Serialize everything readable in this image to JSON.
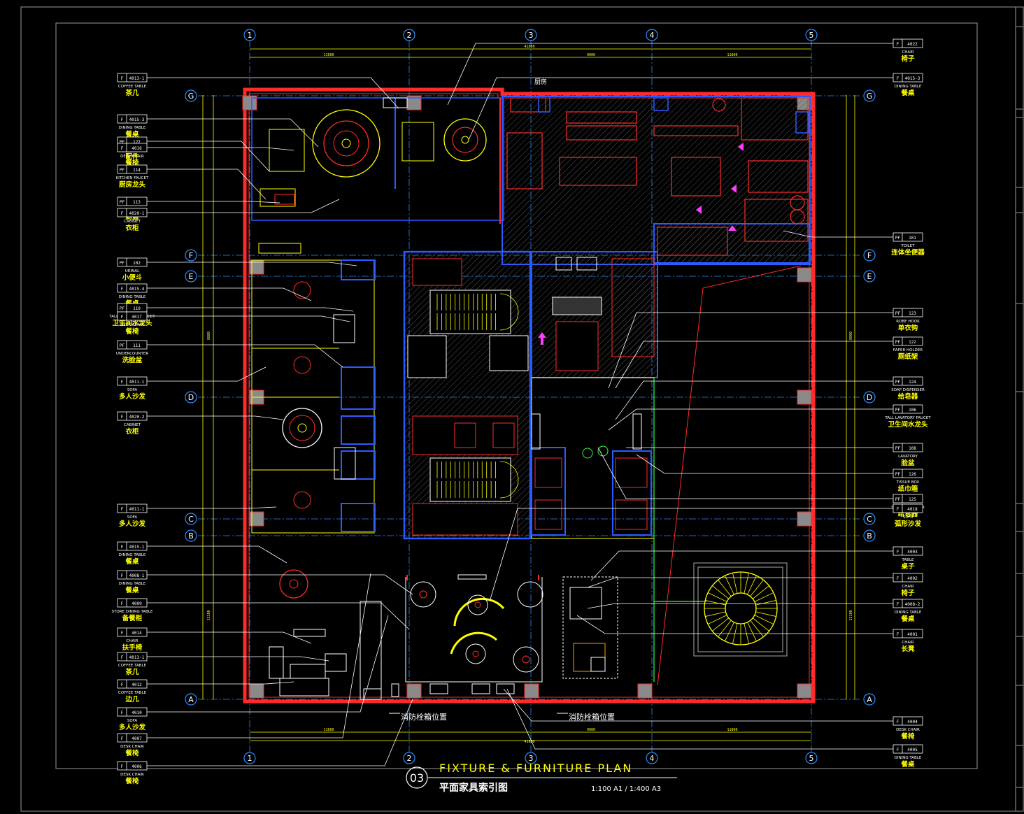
{
  "colors": {
    "background": "#000000",
    "wall": "#ff2a2a",
    "line": "#ffff00",
    "blue": "#2b5bff",
    "white": "#ffffff",
    "cyan": "#00d8ff",
    "magenta": "#ff3cff",
    "green": "#33ff33",
    "grey": "#8a8a8a"
  },
  "grid": {
    "columns": [
      "1",
      "2",
      "3",
      "4",
      "5"
    ],
    "rows": [
      "G",
      "F",
      "E",
      "D",
      "C",
      "B",
      "A"
    ]
  },
  "dimensions": {
    "top_total": "41800",
    "top_spans": [
      "11600",
      "9000",
      "11800"
    ],
    "bottom_total": "41800",
    "bottom_spans": [
      "11600",
      "9000",
      "11800"
    ],
    "side_left": "8000",
    "side_right": "8000",
    "side_extra": "12100"
  },
  "title_block": {
    "number": "03",
    "title_en": "FIXTURE & FURNITURE PLAN",
    "title_cn": "平面家具索引图",
    "scale": "1:100 A1 / 1:400 A3"
  },
  "left_tags": [
    {
      "prefix": "F",
      "code": "4013-1",
      "en": "COFFEE TABLE",
      "cn": "茶几"
    },
    {
      "prefix": "F",
      "code": "4015-3",
      "en": "DINING TABLE",
      "cn": "餐桌"
    },
    {
      "prefix": "PF",
      "code": "127",
      "en": "ACCESSORIES",
      "cn": "配件"
    },
    {
      "prefix": "F",
      "code": "4016",
      "en": "DESK CHAIR",
      "cn": "餐椅"
    },
    {
      "prefix": "PF",
      "code": "114",
      "en": "KITCHEN FAUCET",
      "cn": "厨房龙头"
    },
    {
      "prefix": "PF",
      "code": "113",
      "en": "KITCHEN SINK",
      "cn": "厨盆"
    },
    {
      "prefix": "F",
      "code": "4020-1",
      "en": "CABINET",
      "cn": "衣柜"
    },
    {
      "prefix": "PF",
      "code": "102",
      "en": "URINAL",
      "cn": "小便斗"
    },
    {
      "prefix": "F",
      "code": "4015-4",
      "en": "DINING TABLE",
      "cn": "餐桌"
    },
    {
      "prefix": "PF",
      "code": "110",
      "en": "TALL LAVATORY FAUCET",
      "cn": "卫生间水龙头"
    },
    {
      "prefix": "F",
      "code": "4017",
      "en": "DESK CHAIR",
      "cn": "餐椅"
    },
    {
      "prefix": "PF",
      "code": "111",
      "en": "UNDERCOUNTER",
      "cn": "洗脸盆"
    },
    {
      "prefix": "F",
      "code": "4011-1",
      "en": "SOFA",
      "cn": "多人沙发"
    },
    {
      "prefix": "F",
      "code": "4020-2",
      "en": "CABINET",
      "cn": "衣柜"
    },
    {
      "prefix": "F",
      "code": "4011-1",
      "en": "SOFA",
      "cn": "多人沙发"
    },
    {
      "prefix": "F",
      "code": "4015-1",
      "en": "DINING TABLE",
      "cn": "餐桌"
    },
    {
      "prefix": "F",
      "code": "4008-1",
      "en": "DINING TABLE",
      "cn": "餐桌"
    },
    {
      "prefix": "F",
      "code": "4009",
      "en": "STORE DINING TABLE",
      "cn": "备餐柜"
    },
    {
      "prefix": "F",
      "code": "4014",
      "en": "CHAIR",
      "cn": "扶手椅"
    },
    {
      "prefix": "F",
      "code": "4013-1",
      "en": "COFFEE TABLE",
      "cn": "茶几"
    },
    {
      "prefix": "F",
      "code": "4012",
      "en": "COFFEE TABLE",
      "cn": "边几"
    },
    {
      "prefix": "F",
      "code": "4010",
      "en": "SOFA",
      "cn": "多人沙发"
    },
    {
      "prefix": "F",
      "code": "4007",
      "en": "DESK CHAIR",
      "cn": "餐椅"
    },
    {
      "prefix": "F",
      "code": "4006",
      "en": "DESK CHAIR",
      "cn": "餐椅"
    }
  ],
  "right_tags": [
    {
      "prefix": "F",
      "code": "4022",
      "en": "CHAIR",
      "cn": "椅子"
    },
    {
      "prefix": "F",
      "code": "4015-3",
      "en": "DINING TABLE",
      "cn": "餐桌"
    },
    {
      "prefix": "PF",
      "code": "101",
      "en": "TOILET",
      "cn": "连体坐便器"
    },
    {
      "prefix": "PF",
      "code": "123",
      "en": "ROBE HOOK",
      "cn": "单衣钩"
    },
    {
      "prefix": "PF",
      "code": "122",
      "en": "PAPER HOLDER",
      "cn": "厕纸架"
    },
    {
      "prefix": "PF",
      "code": "124",
      "en": "SOAP DISPENSER",
      "cn": "给皂器"
    },
    {
      "prefix": "PF",
      "code": "106",
      "en": "TALL LAVATORY FAUCET",
      "cn": "卫生间水龙头"
    },
    {
      "prefix": "PF",
      "code": "108",
      "en": "LAVATORY",
      "cn": "脸盆"
    },
    {
      "prefix": "PF",
      "code": "126",
      "en": "TISSUE BOX",
      "cn": "纸巾箱"
    },
    {
      "prefix": "PF",
      "code": "125",
      "en": "SOAP DISPENSER",
      "cn": "给皂器"
    },
    {
      "prefix": "F",
      "code": "4018",
      "en": "SOFA",
      "cn": "弧形沙发"
    },
    {
      "prefix": "F",
      "code": "4003",
      "en": "TABLE",
      "cn": "桌子"
    },
    {
      "prefix": "F",
      "code": "4002",
      "en": "CHAIR",
      "cn": "椅子"
    },
    {
      "prefix": "F",
      "code": "4008-2",
      "en": "DINING TABLE",
      "cn": "餐桌"
    },
    {
      "prefix": "F",
      "code": "4001",
      "en": "CHAIR",
      "cn": "长凳"
    },
    {
      "prefix": "F",
      "code": "4004",
      "en": "DESK CHAIR",
      "cn": "餐椅"
    },
    {
      "prefix": "F",
      "code": "4005",
      "en": "DINING TABLE",
      "cn": "餐桌"
    }
  ],
  "notes": {
    "fire_label_1": "消防栓箱位置",
    "fire_label_2": "消防栓箱位置",
    "kitchen_label": "厨房"
  }
}
